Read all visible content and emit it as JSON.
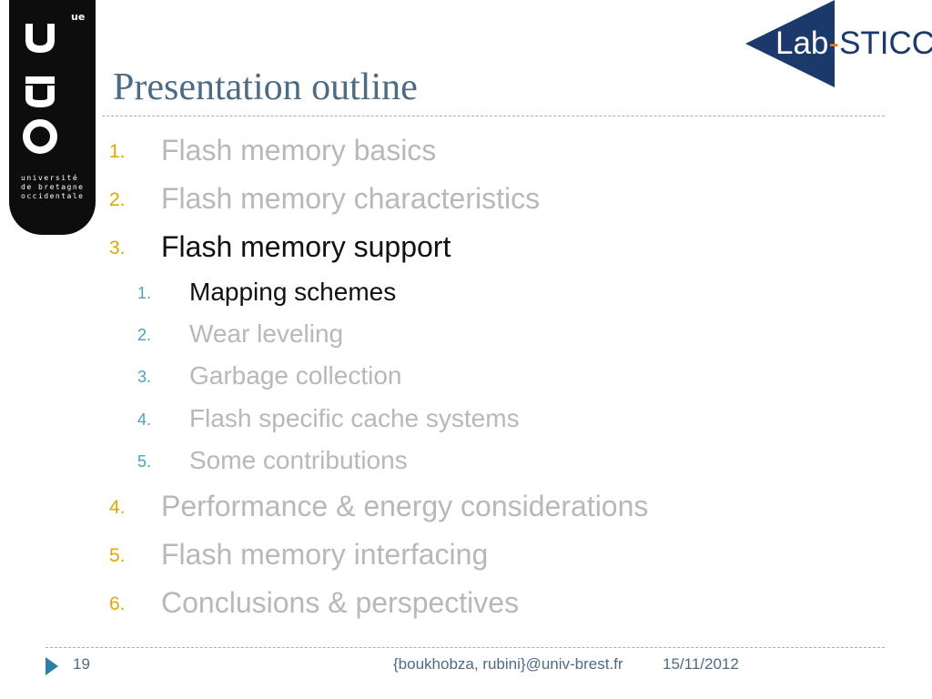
{
  "header": {
    "title": "Presentation outline"
  },
  "logos": {
    "ubo_badge": "ue",
    "ubo_text_lines": [
      "université",
      "de bretagne",
      "occidentale"
    ],
    "lab_name_left": "Lab",
    "lab_name_dash": "-",
    "lab_name_right": "STICC"
  },
  "outline": {
    "items": [
      {
        "num": "1.",
        "label": "Flash memory basics",
        "level": 1,
        "current": false
      },
      {
        "num": "2.",
        "label": "Flash memory characteristics",
        "level": 1,
        "current": false
      },
      {
        "num": "3.",
        "label": "Flash memory support",
        "level": 1,
        "current": true
      },
      {
        "num": "1.",
        "label": "Mapping schemes",
        "level": 2,
        "current": true
      },
      {
        "num": "2.",
        "label": "Wear leveling",
        "level": 2,
        "current": false
      },
      {
        "num": "3.",
        "label": "Garbage collection",
        "level": 2,
        "current": false
      },
      {
        "num": "4.",
        "label": "Flash specific cache systems",
        "level": 2,
        "current": false
      },
      {
        "num": "5.",
        "label": "Some contributions",
        "level": 2,
        "current": false
      },
      {
        "num": "4.",
        "label": "Performance & energy considerations",
        "level": 1,
        "current": false
      },
      {
        "num": "5.",
        "label": "Flash memory interfacing",
        "level": 1,
        "current": false
      },
      {
        "num": "6.",
        "label": "Conclusions & perspectives",
        "level": 1,
        "current": false
      }
    ]
  },
  "footer": {
    "page_number": "19",
    "author": "{boukhobza, rubini}@univ-brest.fr",
    "date": "15/11/2012"
  },
  "colors": {
    "title": "#4e6b84",
    "number_level1": "#e0a800",
    "number_level2": "#4aa3c0",
    "inactive_text": "#b8b8b8",
    "active_text": "#111111",
    "lab_navy": "#1b3a6b"
  }
}
